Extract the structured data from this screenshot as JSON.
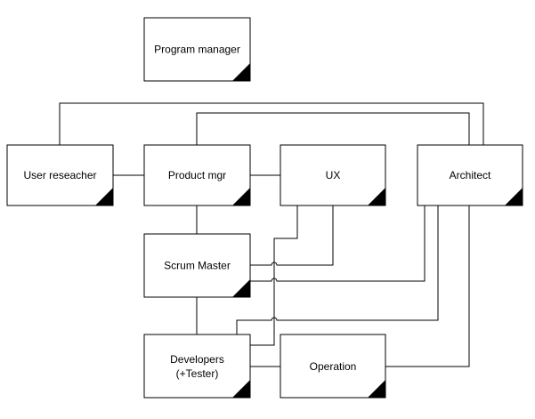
{
  "nodes": {
    "program_manager": "Program manager",
    "user_researcher": "User reseacher",
    "product_mgr": "Product mgr",
    "ux": "UX",
    "architect": "Architect",
    "scrum_master": "Scrum Master",
    "developers": [
      "Developers",
      "(+Tester)"
    ],
    "operation": "Operation"
  },
  "colors": {
    "box_fill": "#ffffff",
    "box_stroke": "#000000",
    "corner_fill": "#000000",
    "line": "#000000"
  }
}
